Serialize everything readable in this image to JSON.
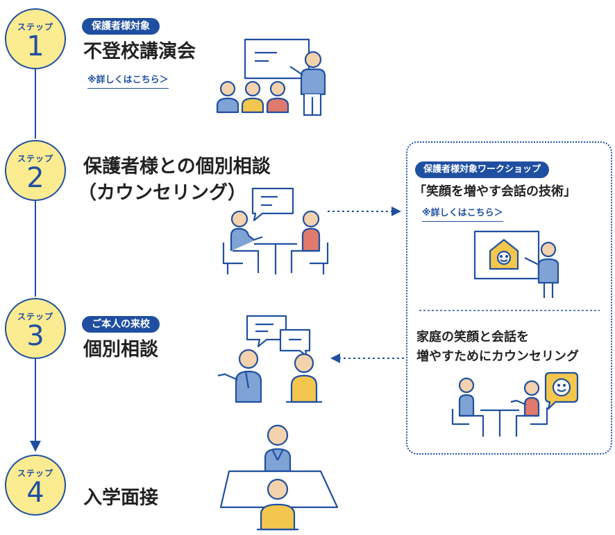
{
  "steps": [
    {
      "label": "ステップ",
      "number": "1",
      "badge": "保護者様対象",
      "title": "不登校講演会",
      "link": "※詳しくはこちら＞"
    },
    {
      "label": "ステップ",
      "number": "2",
      "title_line1": "保護者様との個別相談",
      "title_line2": "（カウンセリング）"
    },
    {
      "label": "ステップ",
      "number": "3",
      "badge": "ご本人の来校",
      "title": "個別相談"
    },
    {
      "label": "ステップ",
      "number": "4",
      "title": "入学面接"
    }
  ],
  "workshop": {
    "badge": "保護者様対象ワークショップ",
    "title": "「笑顔を増やす会話の技術」",
    "link": "※詳しくはこちら＞",
    "desc_line1": "家庭の笑顔と会話を",
    "desc_line2": "増やすためにカウンセリング"
  },
  "colors": {
    "accent": "#1f4fa0",
    "circle_fill": "#fbeb91",
    "person_blue": "#7ea3d4",
    "person_yellow": "#f3c64d",
    "person_red": "#e07a6c",
    "skin": "#f4d2ad"
  },
  "icons": [
    "lecture-icon",
    "counseling-icon",
    "consultation-icon",
    "interview-icon",
    "workshop-lecture-icon",
    "family-counseling-icon"
  ]
}
